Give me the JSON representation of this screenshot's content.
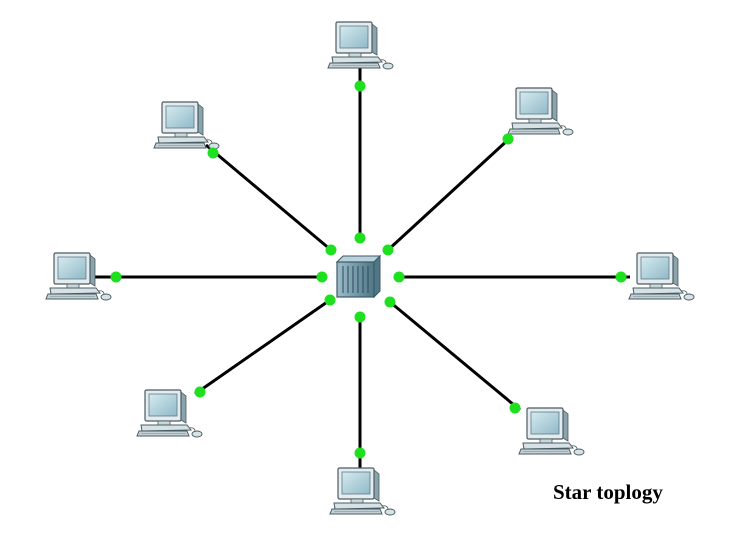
{
  "caption": "Star toplogy",
  "colors": {
    "background": "#ffffff",
    "link": "#000000",
    "link_light": "#1fe01f",
    "hub_body": "#6f95a6",
    "computer_body": "#e7eef0",
    "computer_screen": "#a9ccd8"
  },
  "icons": {
    "hub": "switch-icon",
    "node": "computer-icon"
  },
  "nodes": [
    {
      "name": "computer-top"
    },
    {
      "name": "computer-top-right"
    },
    {
      "name": "computer-right"
    },
    {
      "name": "computer-bottom-right"
    },
    {
      "name": "computer-bottom"
    },
    {
      "name": "computer-bottom-left"
    },
    {
      "name": "computer-left"
    },
    {
      "name": "computer-top-left"
    }
  ]
}
